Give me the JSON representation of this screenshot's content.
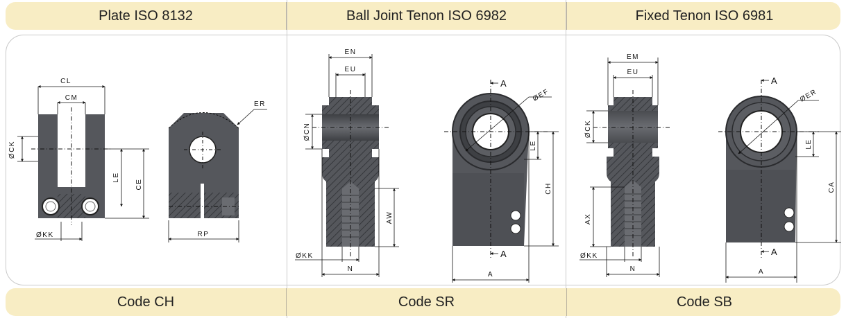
{
  "headers": [
    "Plate ISO 8132",
    "Ball Joint Tenon ISO 6982",
    "Fixed Tenon ISO 6981"
  ],
  "codes": [
    "Code CH",
    "Code SR",
    "Code SB"
  ],
  "labels": {
    "cl": "CL",
    "cm": "CM",
    "ock": "ØCK",
    "le": "LE",
    "ce": "CE",
    "okk": "ØKK",
    "rp": "RP",
    "er": "ER",
    "en": "EN",
    "eu": "EU",
    "ocn": "ØCN",
    "ef": "ØEF",
    "a": "A",
    "ch": "CH",
    "aw": "AW",
    "n": "N",
    "em": "EM",
    "oer": "ØER",
    "ca": "CA",
    "ax": "AX"
  },
  "colors": {
    "band": "#f8edc4",
    "part": "#505258",
    "hatch": "#3a3c40",
    "line": "#111111"
  }
}
